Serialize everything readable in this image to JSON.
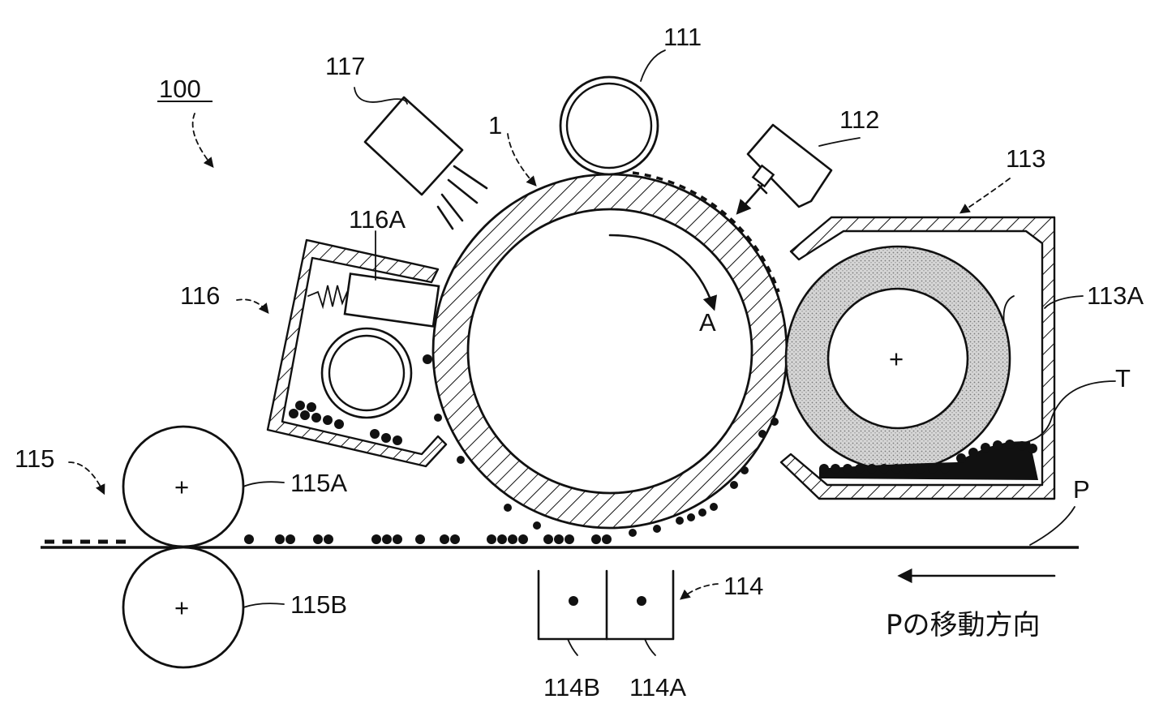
{
  "labels": {
    "device": "100",
    "drum": "1",
    "charger": "111",
    "exposure": "112",
    "developer": "113",
    "developer_roller": "113A",
    "toner": "T",
    "transfer": "114",
    "transfer_a": "114A",
    "transfer_b": "114B",
    "fixing": "115",
    "fixing_a": "115A",
    "fixing_b": "115B",
    "cleaner": "116",
    "cleaner_blade": "116A",
    "eraser": "117",
    "rotation": "A",
    "paper": "P",
    "paper_direction": "Pの移動方向"
  },
  "symbols": {
    "center_plus": "+"
  }
}
